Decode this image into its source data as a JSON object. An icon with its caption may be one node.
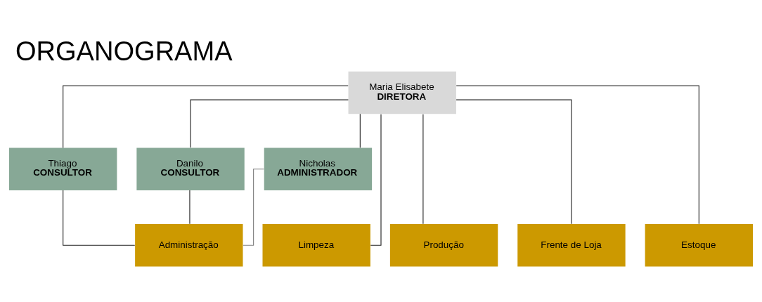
{
  "diagram": {
    "title": "ORGANOGRAMA",
    "nodes": [
      {
        "text": [
          "Maria Elisabete",
          "DIRETORA"
        ]
      },
      {
        "text": [
          "Thiago",
          "CONSULTOR"
        ]
      },
      {
        "text": [
          "Danilo",
          "CONSULTOR"
        ]
      },
      {
        "text": [
          "Nicholas",
          "ADMINISTRADOR"
        ]
      },
      {
        "text": [
          "Limpeza"
        ]
      },
      {
        "text": [
          "Produção"
        ]
      },
      {
        "text": [
          "Frente de Loja"
        ]
      },
      {
        "text": [
          "Estoque"
        ]
      },
      {
        "text": [
          "Administração"
        ]
      }
    ],
    "edges": [
      {
        "from": 0,
        "to": 1,
        "arrow": "none"
      },
      {
        "from": 0,
        "to": 2,
        "arrow": "none"
      },
      {
        "from": 0,
        "to": 3,
        "arrow": "none"
      },
      {
        "from": 0,
        "to": 4,
        "arrow": "none"
      },
      {
        "from": 0,
        "to": 5,
        "arrow": "none"
      },
      {
        "from": 0,
        "to": 6,
        "arrow": "none"
      },
      {
        "from": 0,
        "to": 7,
        "arrow": "none"
      },
      {
        "from": 1,
        "to": 8,
        "arrow": "none"
      },
      {
        "from": 2,
        "to": 8,
        "arrow": "none"
      },
      {
        "from": 3,
        "to": 8,
        "arrow": "none",
        "color": "#808080"
      }
    ]
  }
}
